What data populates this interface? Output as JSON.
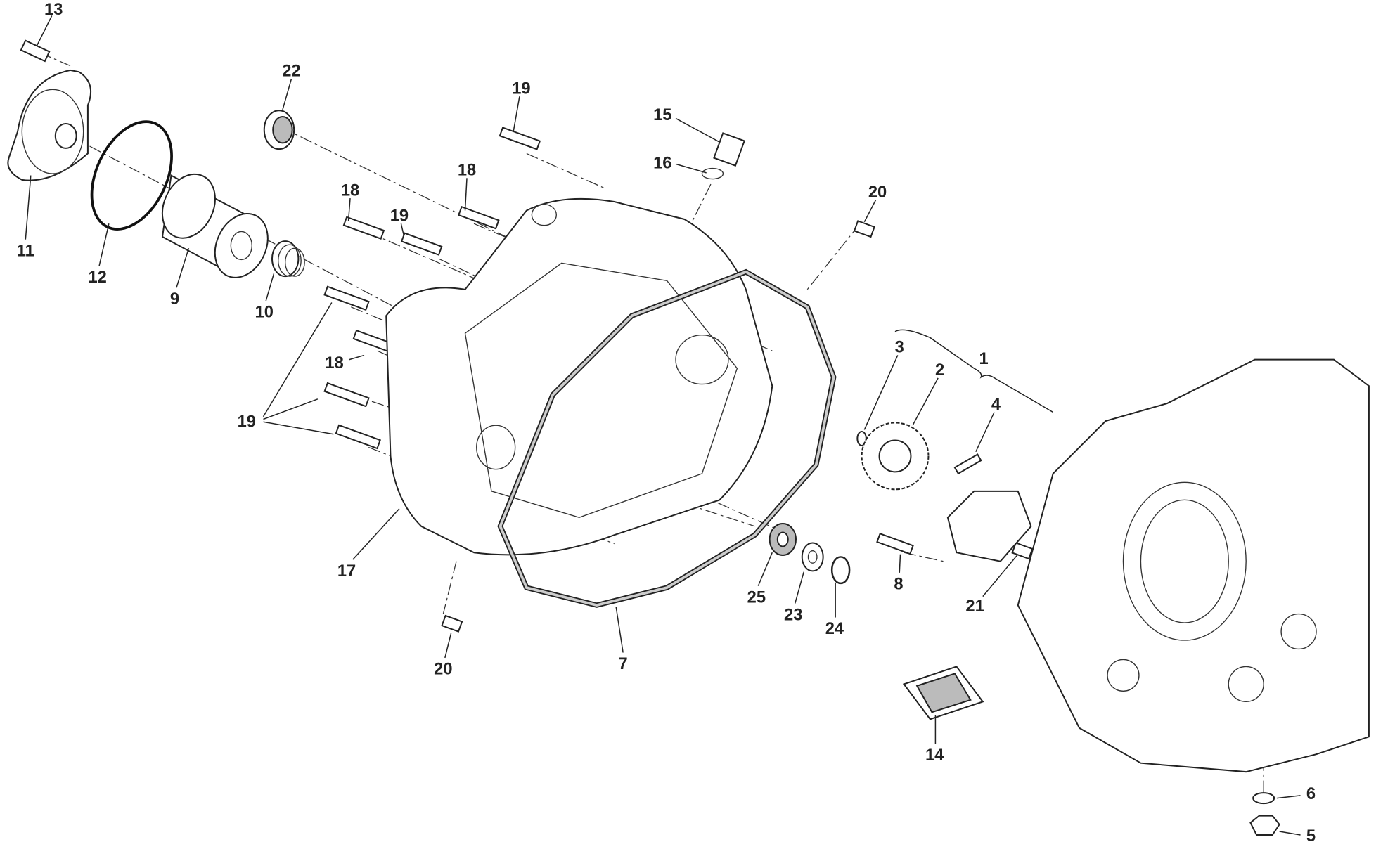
{
  "diagram": {
    "type": "exploded parts diagram",
    "callouts": [
      "13",
      "22",
      "19",
      "15",
      "16",
      "18",
      "20",
      "18",
      "19",
      "11",
      "12",
      "9",
      "10",
      "3",
      "2",
      "1",
      "4",
      "18",
      "19",
      "17",
      "25",
      "23",
      "24",
      "8",
      "21",
      "20",
      "7",
      "14",
      "6",
      "5"
    ]
  }
}
